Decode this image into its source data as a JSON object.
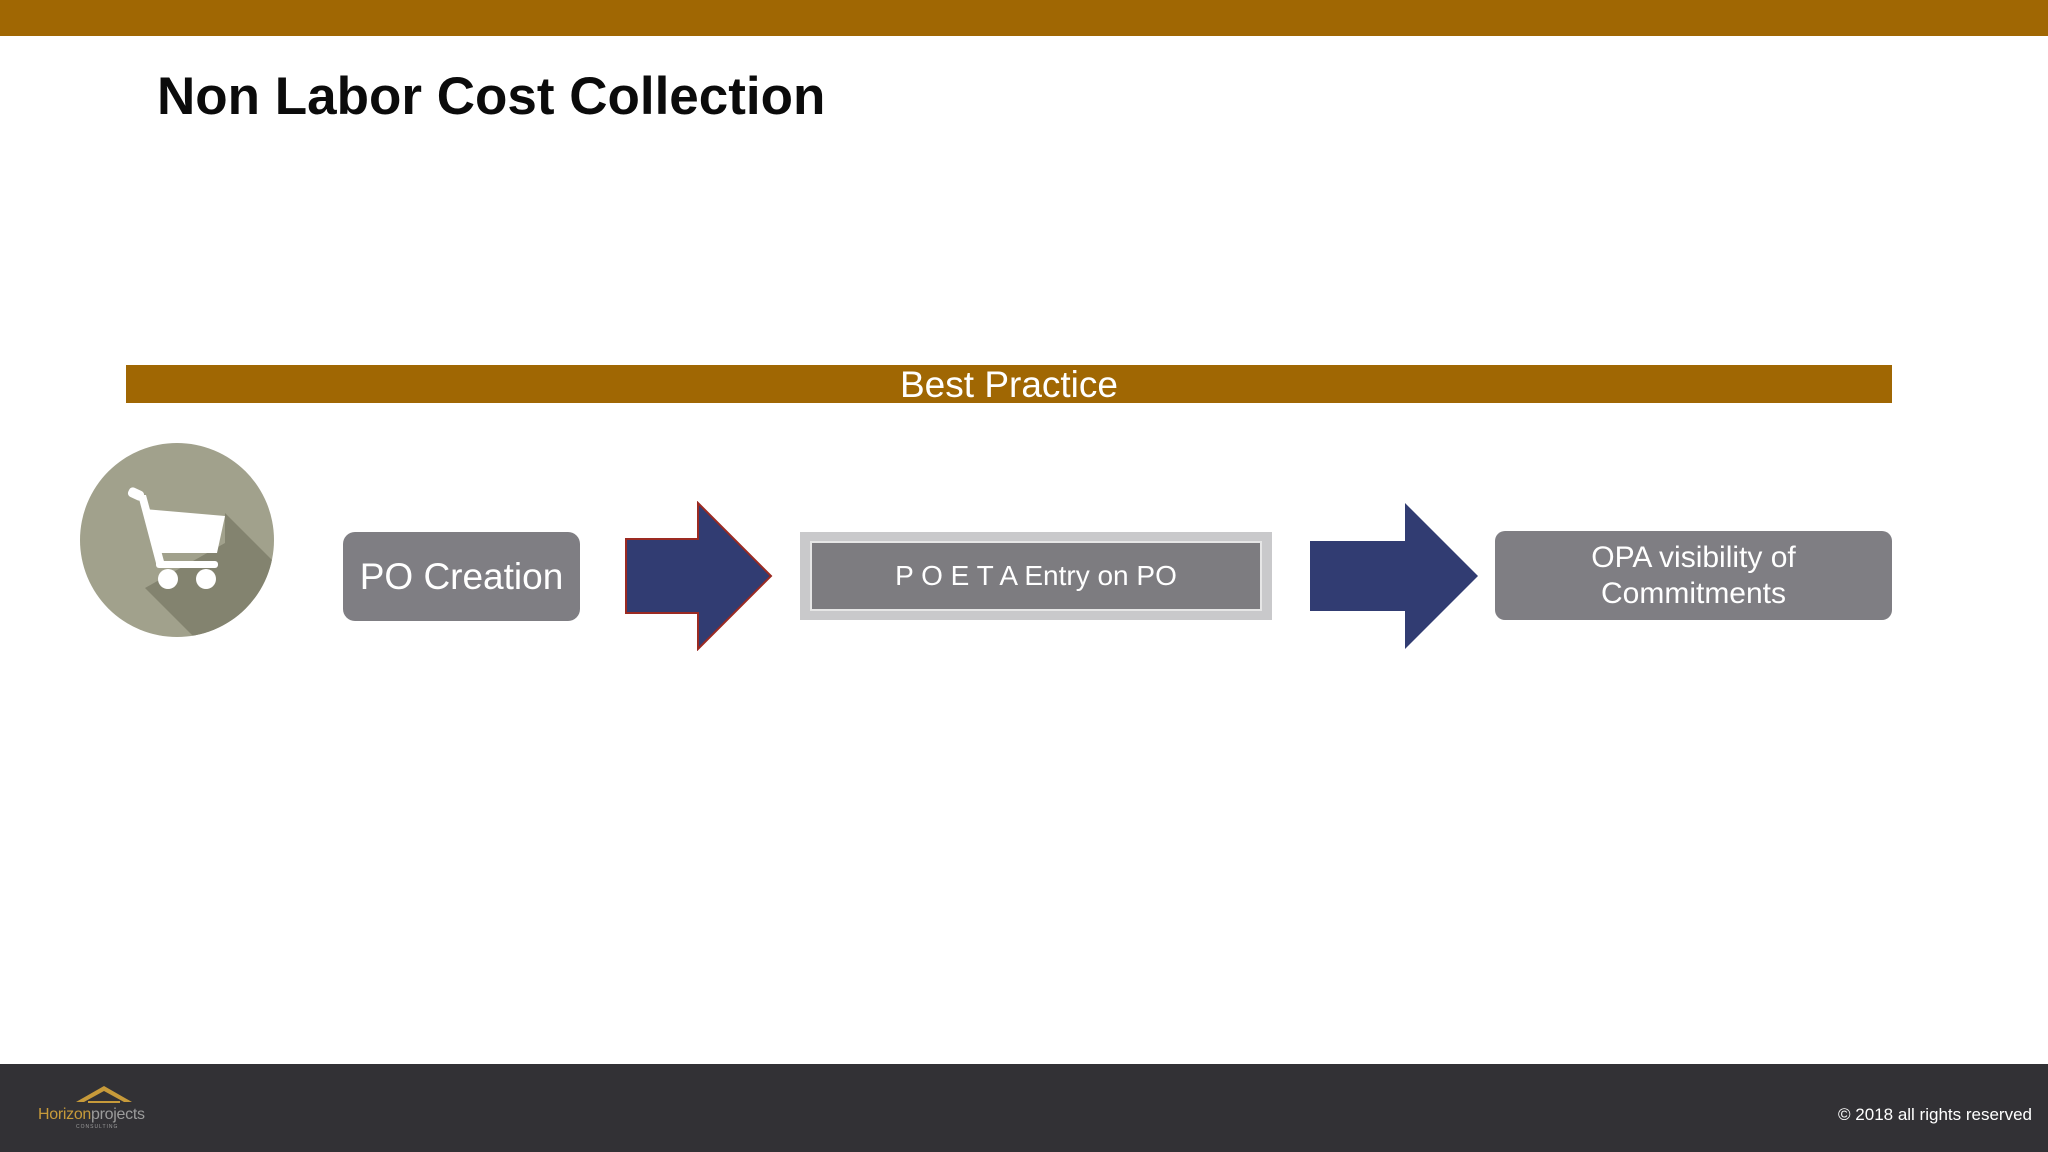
{
  "title": "Non Labor Cost Collection",
  "banner": {
    "label": "Best Practice"
  },
  "steps": [
    {
      "label": "PO Creation"
    },
    {
      "label": "P O E T A Entry on PO"
    },
    {
      "label": "OPA visibility of Commitments"
    }
  ],
  "icons": {
    "cart": "shopping-cart-icon",
    "flow_arrow": "right-arrow-icon"
  },
  "footer": {
    "logo_text_a": "Horizon",
    "logo_text_b": "projects",
    "logo_sub": "CONSULTING",
    "copyright": "© 2018 all rights reserved"
  },
  "colors": {
    "accent": "#a06703",
    "arrow": "#313c72",
    "box": "#7f7e83",
    "footer": "#323135",
    "cart_circle": "#a1a18c"
  }
}
